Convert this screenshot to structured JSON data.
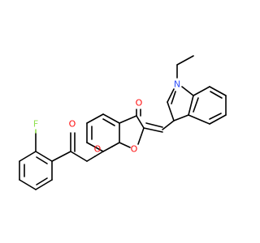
{
  "molecule": {
    "atoms": {
      "oxygen_carbonyl": {
        "symbol": "O",
        "color": "#ff0d0d"
      },
      "oxygen_ring": {
        "symbol": "O",
        "color": "#ff0d0d"
      },
      "oxygen_ester_single": {
        "symbol": "O",
        "color": "#ff0d0d"
      },
      "oxygen_ester_double": {
        "symbol": "O",
        "color": "#ff0d0d"
      },
      "nitrogen": {
        "symbol": "N",
        "color": "#3050f8"
      },
      "fluorine": {
        "symbol": "F",
        "color": "#90e050"
      }
    },
    "bond_color": "#000000",
    "background": "#ffffff"
  }
}
